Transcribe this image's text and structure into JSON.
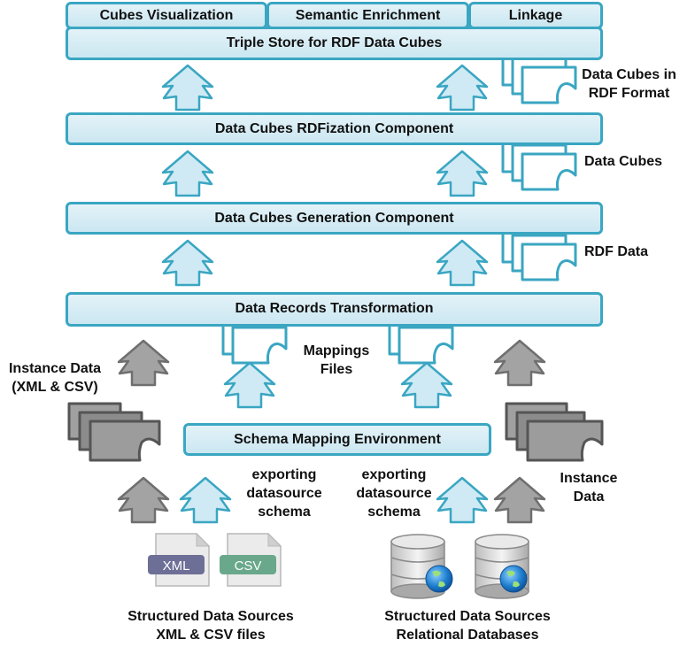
{
  "top_services": [
    "Cubes Visualization",
    "Semantic Enrichment",
    "Linkage"
  ],
  "layers": {
    "triple_store": "Triple Store for RDF Data Cubes",
    "rdfization": "Data Cubes RDFization Component",
    "generation": "Data Cubes Generation Component",
    "transformation": "Data Records Transformation",
    "schema_mapping": "Schema Mapping Environment"
  },
  "document_labels": {
    "rdf_cubes": [
      "Data Cubes in",
      "RDF Format"
    ],
    "cubes": "Data Cubes",
    "rdf_data": "RDF Data",
    "mappings": [
      "Mappings",
      "Files"
    ],
    "instance_left": [
      "Instance Data",
      "(XML & CSV)"
    ],
    "instance_right": [
      "Instance",
      "Data"
    ]
  },
  "export_labels": {
    "left": [
      "exporting",
      "datasource",
      "schema"
    ],
    "right": [
      "exporting",
      "datasource",
      "schema"
    ]
  },
  "file_icons": {
    "xml": "XML",
    "csv": "CSV"
  },
  "sources": {
    "files": [
      "Structured Data Sources",
      "XML & CSV files"
    ],
    "databases": [
      "Structured Data Sources",
      "Relational Databases"
    ]
  },
  "colors": {
    "box_border": "#3aa6c2",
    "box_fill": "#d6edf5",
    "arrow_blue": "#cfeaf4",
    "arrow_gray": "#9a9a9a",
    "doc_gray": "#8f8f8f",
    "xml_band": "#6d6f96",
    "csv_band": "#69a88a",
    "globe": "#1f7fd0"
  }
}
